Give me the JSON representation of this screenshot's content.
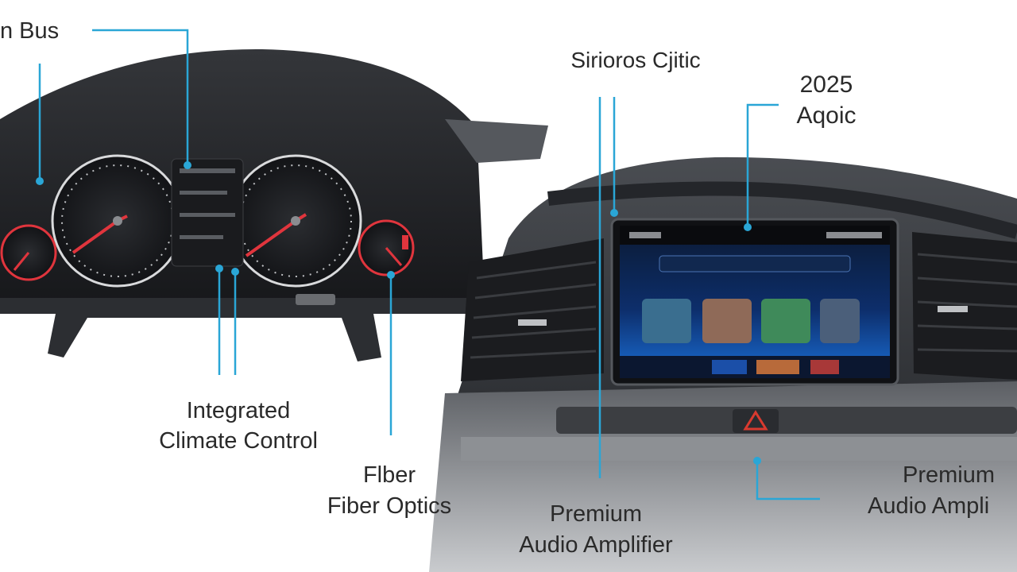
{
  "labels": {
    "bus": "n Bus",
    "sirioros": "Sirioros Cjitic",
    "year_line1": "2025",
    "year_line2": "Aqoic",
    "climate_line1": "Integrated",
    "climate_line2": "Climate Control",
    "fiber_line1": "Flber",
    "fiber_line2": "Fiber Optics",
    "premium_mid_line1": "Premium",
    "premium_mid_line2": "Audio Amplifier",
    "premium_right_line1": "Premium",
    "premium_right_line2": "Audio Ampli"
  },
  "colors": {
    "callout": "#2aa6d6",
    "dash_dark": "#1e1f22",
    "dash_mid": "#3a3c40",
    "screen_blue": "#1a6fd8",
    "gauge_needle": "#e0353d",
    "hazard": "#d93a2f"
  },
  "icons": [
    "speedometer-icon",
    "tachometer-icon",
    "fuel-gauge-icon",
    "temperature-gauge-icon",
    "hazard-button-icon",
    "air-vent-icon",
    "infotainment-app-icon"
  ]
}
